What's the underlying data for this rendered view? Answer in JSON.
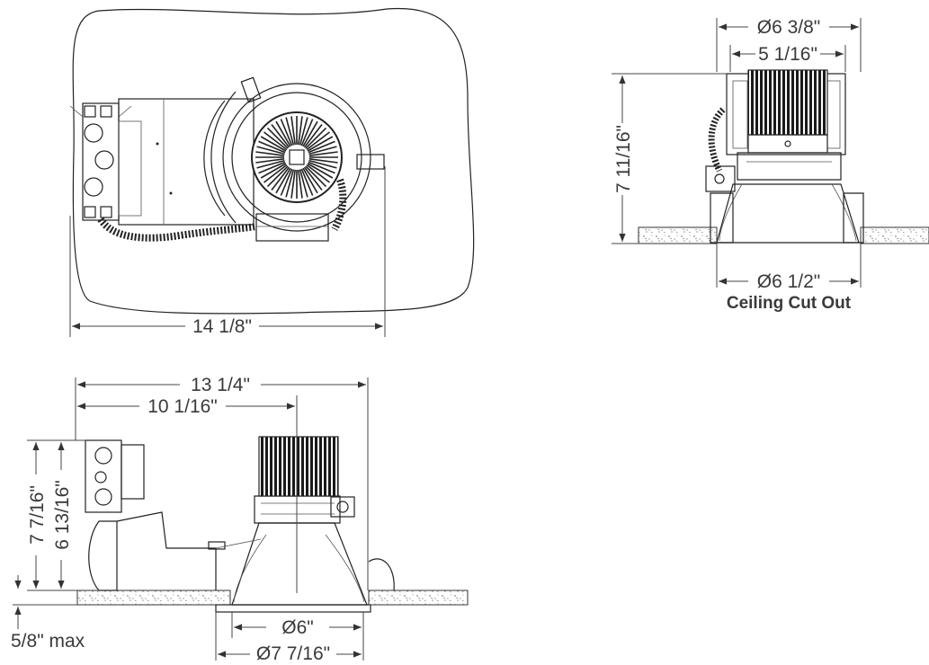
{
  "colors": {
    "line": "#222222",
    "dimension_text": "#3a3a3a",
    "background": "#ffffff"
  },
  "plan_view": {
    "width": "14 1/8\""
  },
  "front_view": {
    "outer_diameter": "Ø6 3/8\"",
    "heatsink_width": "5 1/16\"",
    "height": "7 11/16\"",
    "cutout_diameter": "Ø6 1/2\"",
    "cutout_caption": "Ceiling Cut Out"
  },
  "side_view": {
    "overall_length": "13 1/4\"",
    "center_offset": "10 1/16\"",
    "overall_height": "7 7/16\"",
    "box_height": "6 13/16\"",
    "aperture_diameter": "Ø6\"",
    "flange_diameter": "Ø7 7/16\"",
    "ceiling_thickness": "5/8\" max"
  }
}
